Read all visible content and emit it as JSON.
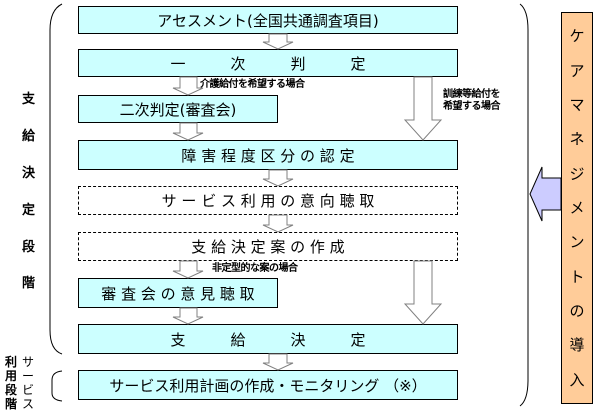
{
  "colors": {
    "box_fill": "#ccffff",
    "care_management_fill": "#ffcc99",
    "arrow_fill": "#ccccff"
  },
  "steps": [
    {
      "id": "assessment",
      "label": "アセスメント(全国共通調査項目)",
      "style": "solid"
    },
    {
      "id": "primary",
      "label": "一　　　次　　　判　　　定",
      "style": "solid"
    },
    {
      "id": "secondary",
      "label": "二次判定(審査会)",
      "style": "solid"
    },
    {
      "id": "classification",
      "label": "障 害 程 度 区 分 の 認 定",
      "style": "solid"
    },
    {
      "id": "intent",
      "label": "サ ー ビ ス 利 用 の 意 向 聴 取",
      "style": "dashed"
    },
    {
      "id": "draft",
      "label": "支 給 決 定 案 の 作 成",
      "style": "dashed"
    },
    {
      "id": "opinion",
      "label": "審 査 会 の 意 見 聴 取",
      "style": "solid"
    },
    {
      "id": "decision",
      "label": "支　　　給　　　決　　　定",
      "style": "solid"
    },
    {
      "id": "plan",
      "label": "サービス利用計画の作成・モニタリング （※）",
      "style": "solid"
    }
  ],
  "notes": {
    "care_benefit": "介護給付を希望する場合",
    "training_benefit": "訓練等給付を\n希望する場合",
    "atypical": "非定型的な案の場合"
  },
  "phases": {
    "decision_phase": [
      "支",
      "給",
      "決",
      "定",
      "段",
      "階"
    ],
    "usage_phase_col1": [
      "利",
      "用",
      "段",
      "階"
    ],
    "usage_phase_col2": [
      "サ",
      "ー",
      "ビ",
      "ス"
    ]
  },
  "care_management": [
    "ケ",
    "ア",
    "マ",
    "ネ",
    "ジ",
    "メ",
    "ン",
    "ト",
    "の",
    "導",
    "入"
  ]
}
